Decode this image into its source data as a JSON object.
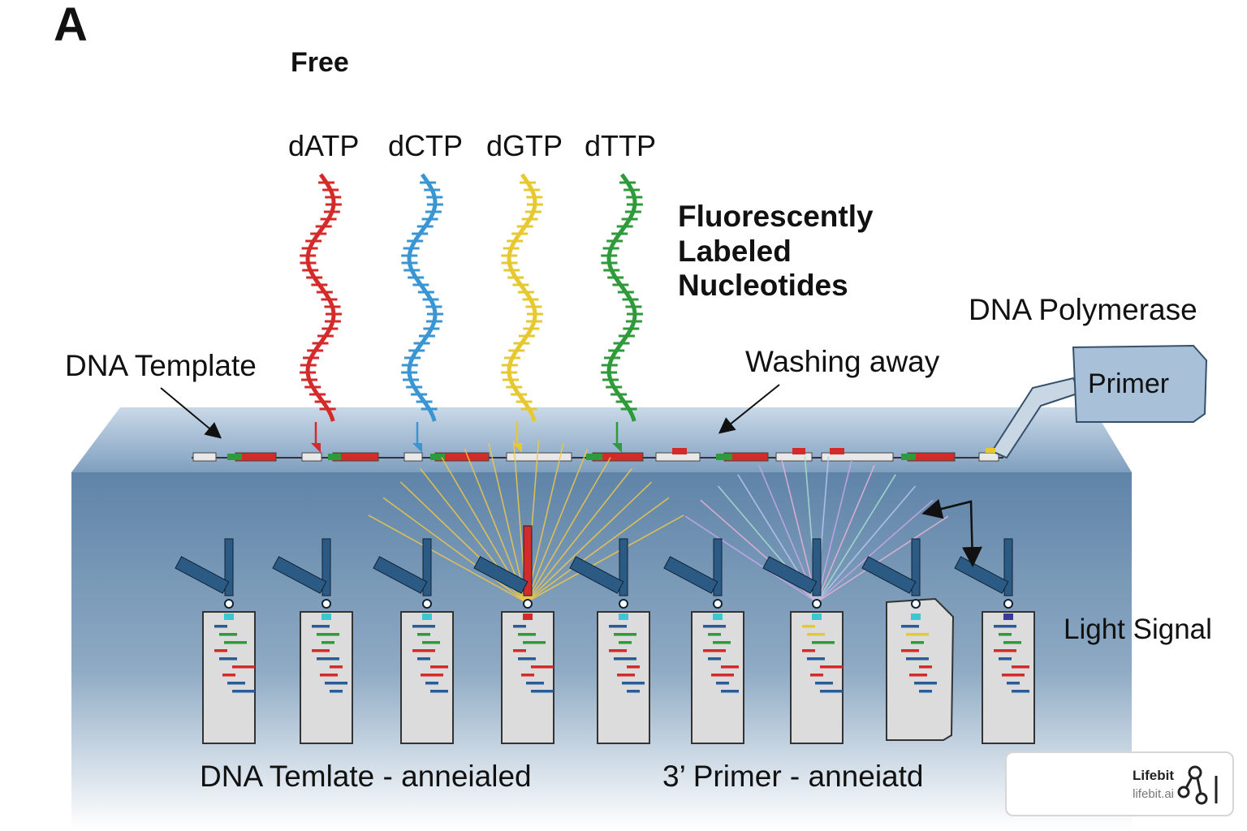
{
  "panel_letter": "A",
  "header": {
    "free": "Free",
    "nucleotides": [
      "dATP",
      "dCTP",
      "dGTP",
      "dTTP"
    ],
    "fluorescent_label_lines": [
      "Fluorescently",
      "Labeled",
      "Nucleotides"
    ]
  },
  "labels": {
    "dna_template": "DNA Template",
    "washing_away": "Washing away",
    "dna_polymerase": "DNA Polymerase",
    "primer": "Primer",
    "light_signal": "Light Signal",
    "bottom_left": "DNA Temlate - anneialed",
    "bottom_right": "3’ Primer - anneiatd"
  },
  "logo": {
    "name": "Lifebit",
    "url": "lifebit.ai"
  },
  "colors": {
    "dATP": "#d42a2a",
    "dCTP": "#3a96d2",
    "dGTP": "#e6c830",
    "dTTP": "#2e9a3a",
    "box_top": "#a9c3da",
    "box_front": "#5f84a8",
    "probe": "#2b5b85"
  }
}
